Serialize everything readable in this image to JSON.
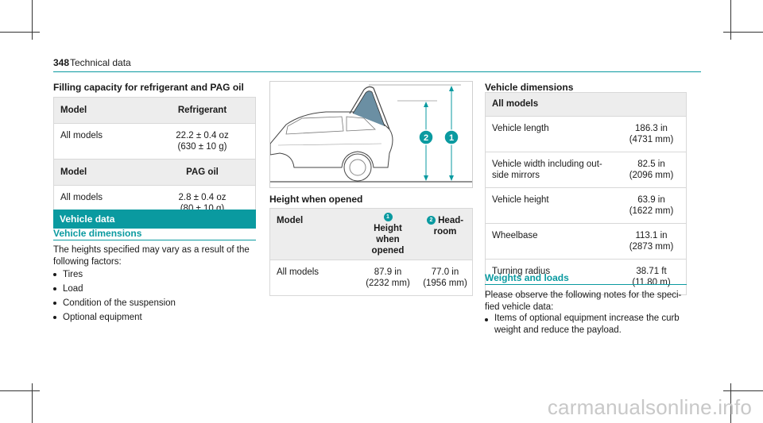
{
  "header": {
    "page_number": "348",
    "section": "Technical data"
  },
  "refrigerant": {
    "heading": "Filling capacity for refrigerant and PAG oil",
    "table1": {
      "col1": "Model",
      "col2": "Refrigerant",
      "row_model": "All models",
      "row_value_1": "22.2 ± 0.4 oz",
      "row_value_2": "(630 ± 10 g)"
    },
    "table2": {
      "col1": "Model",
      "col2": "PAG oil",
      "row_model": "All models",
      "row_value_1": "2.8 ± 0.4 oz",
      "row_value_2": "(80 ± 10 g)"
    }
  },
  "vehicle_data": {
    "bar_title": "Vehicle data",
    "subheading": "Vehicle dimensions",
    "intro": "The heights specified may vary as a result of the following factors:",
    "bullets": [
      "Tires",
      "Load",
      "Condition of the suspension",
      "Optional equipment"
    ]
  },
  "height_opened": {
    "heading": "Height when opened",
    "col_model": "Model",
    "badge1": "1",
    "badge2": "2",
    "col1_label": "Height when opened",
    "col2_label": "Head-room",
    "row_model": "All models",
    "v1a": "87.9 in",
    "v1b": "(2232 mm)",
    "v2a": "77.0 in",
    "v2b": "(1956 mm)",
    "diagram_badge1": "1",
    "diagram_badge2": "2"
  },
  "dimensions": {
    "heading": "Vehicle dimensions",
    "table_header": "All models",
    "rows": [
      {
        "label": "Vehicle length",
        "v1": "186.3 in",
        "v2": "(4731 mm)"
      },
      {
        "label": "Vehicle width including out-side mirrors",
        "v1": "82.5 in",
        "v2": "(2096 mm)"
      },
      {
        "label": "Vehicle height",
        "v1": "63.9 in",
        "v2": "(1622 mm)"
      },
      {
        "label": "Wheelbase",
        "v1": "113.1 in",
        "v2": "(2873 mm)"
      },
      {
        "label": "Turning radius",
        "v1": "38.71 ft",
        "v2": "(11.80 m)"
      }
    ]
  },
  "weights": {
    "subheading": "Weights and loads",
    "intro": "Please observe the following notes for the speci-fied vehicle data:",
    "bullets": [
      "Items of optional equipment increase the curb weight and reduce the payload."
    ]
  },
  "watermark": "carmanualsonline.info",
  "colors": {
    "accent": "#0a9aa0",
    "table_header_bg": "#ededed",
    "border": "#d8d8d8"
  }
}
